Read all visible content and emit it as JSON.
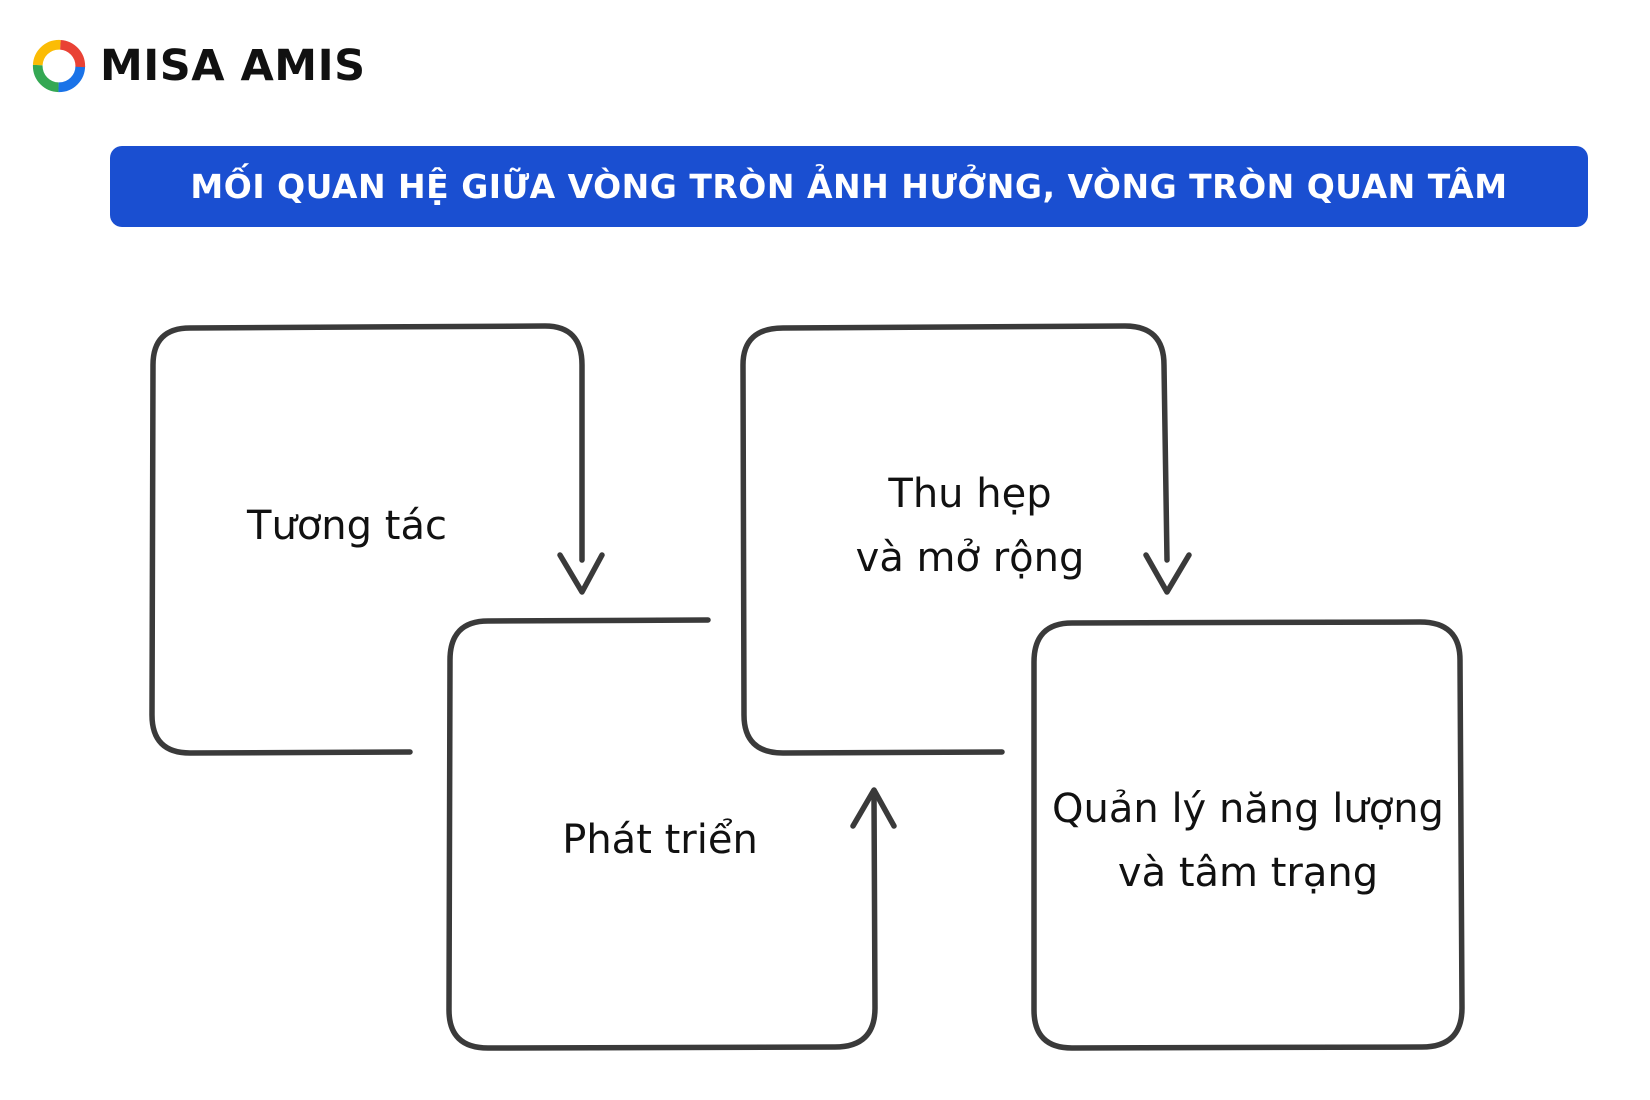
{
  "brand": {
    "name": "MISA AMIS",
    "colors": [
      "#e94235",
      "#fbbc05",
      "#34a853",
      "#1a73e8"
    ]
  },
  "banner": {
    "title": "MỐI QUAN HỆ GIỮA VÒNG TRÒN ẢNH HƯỞNG, VÒNG TRÒN QUAN TÂM",
    "background": "#1a4fd1"
  },
  "diagram": {
    "stroke_color": "#3a3a3a",
    "boxes": [
      {
        "id": "interaction",
        "lines": [
          "Tương tác"
        ]
      },
      {
        "id": "development",
        "lines": [
          "Phát triển"
        ]
      },
      {
        "id": "narrow-expand",
        "lines": [
          "Thu hẹp",
          "và mở rộng"
        ]
      },
      {
        "id": "energy-mood",
        "lines": [
          "Quản lý năng lượng",
          "và tâm trạng"
        ]
      }
    ]
  }
}
